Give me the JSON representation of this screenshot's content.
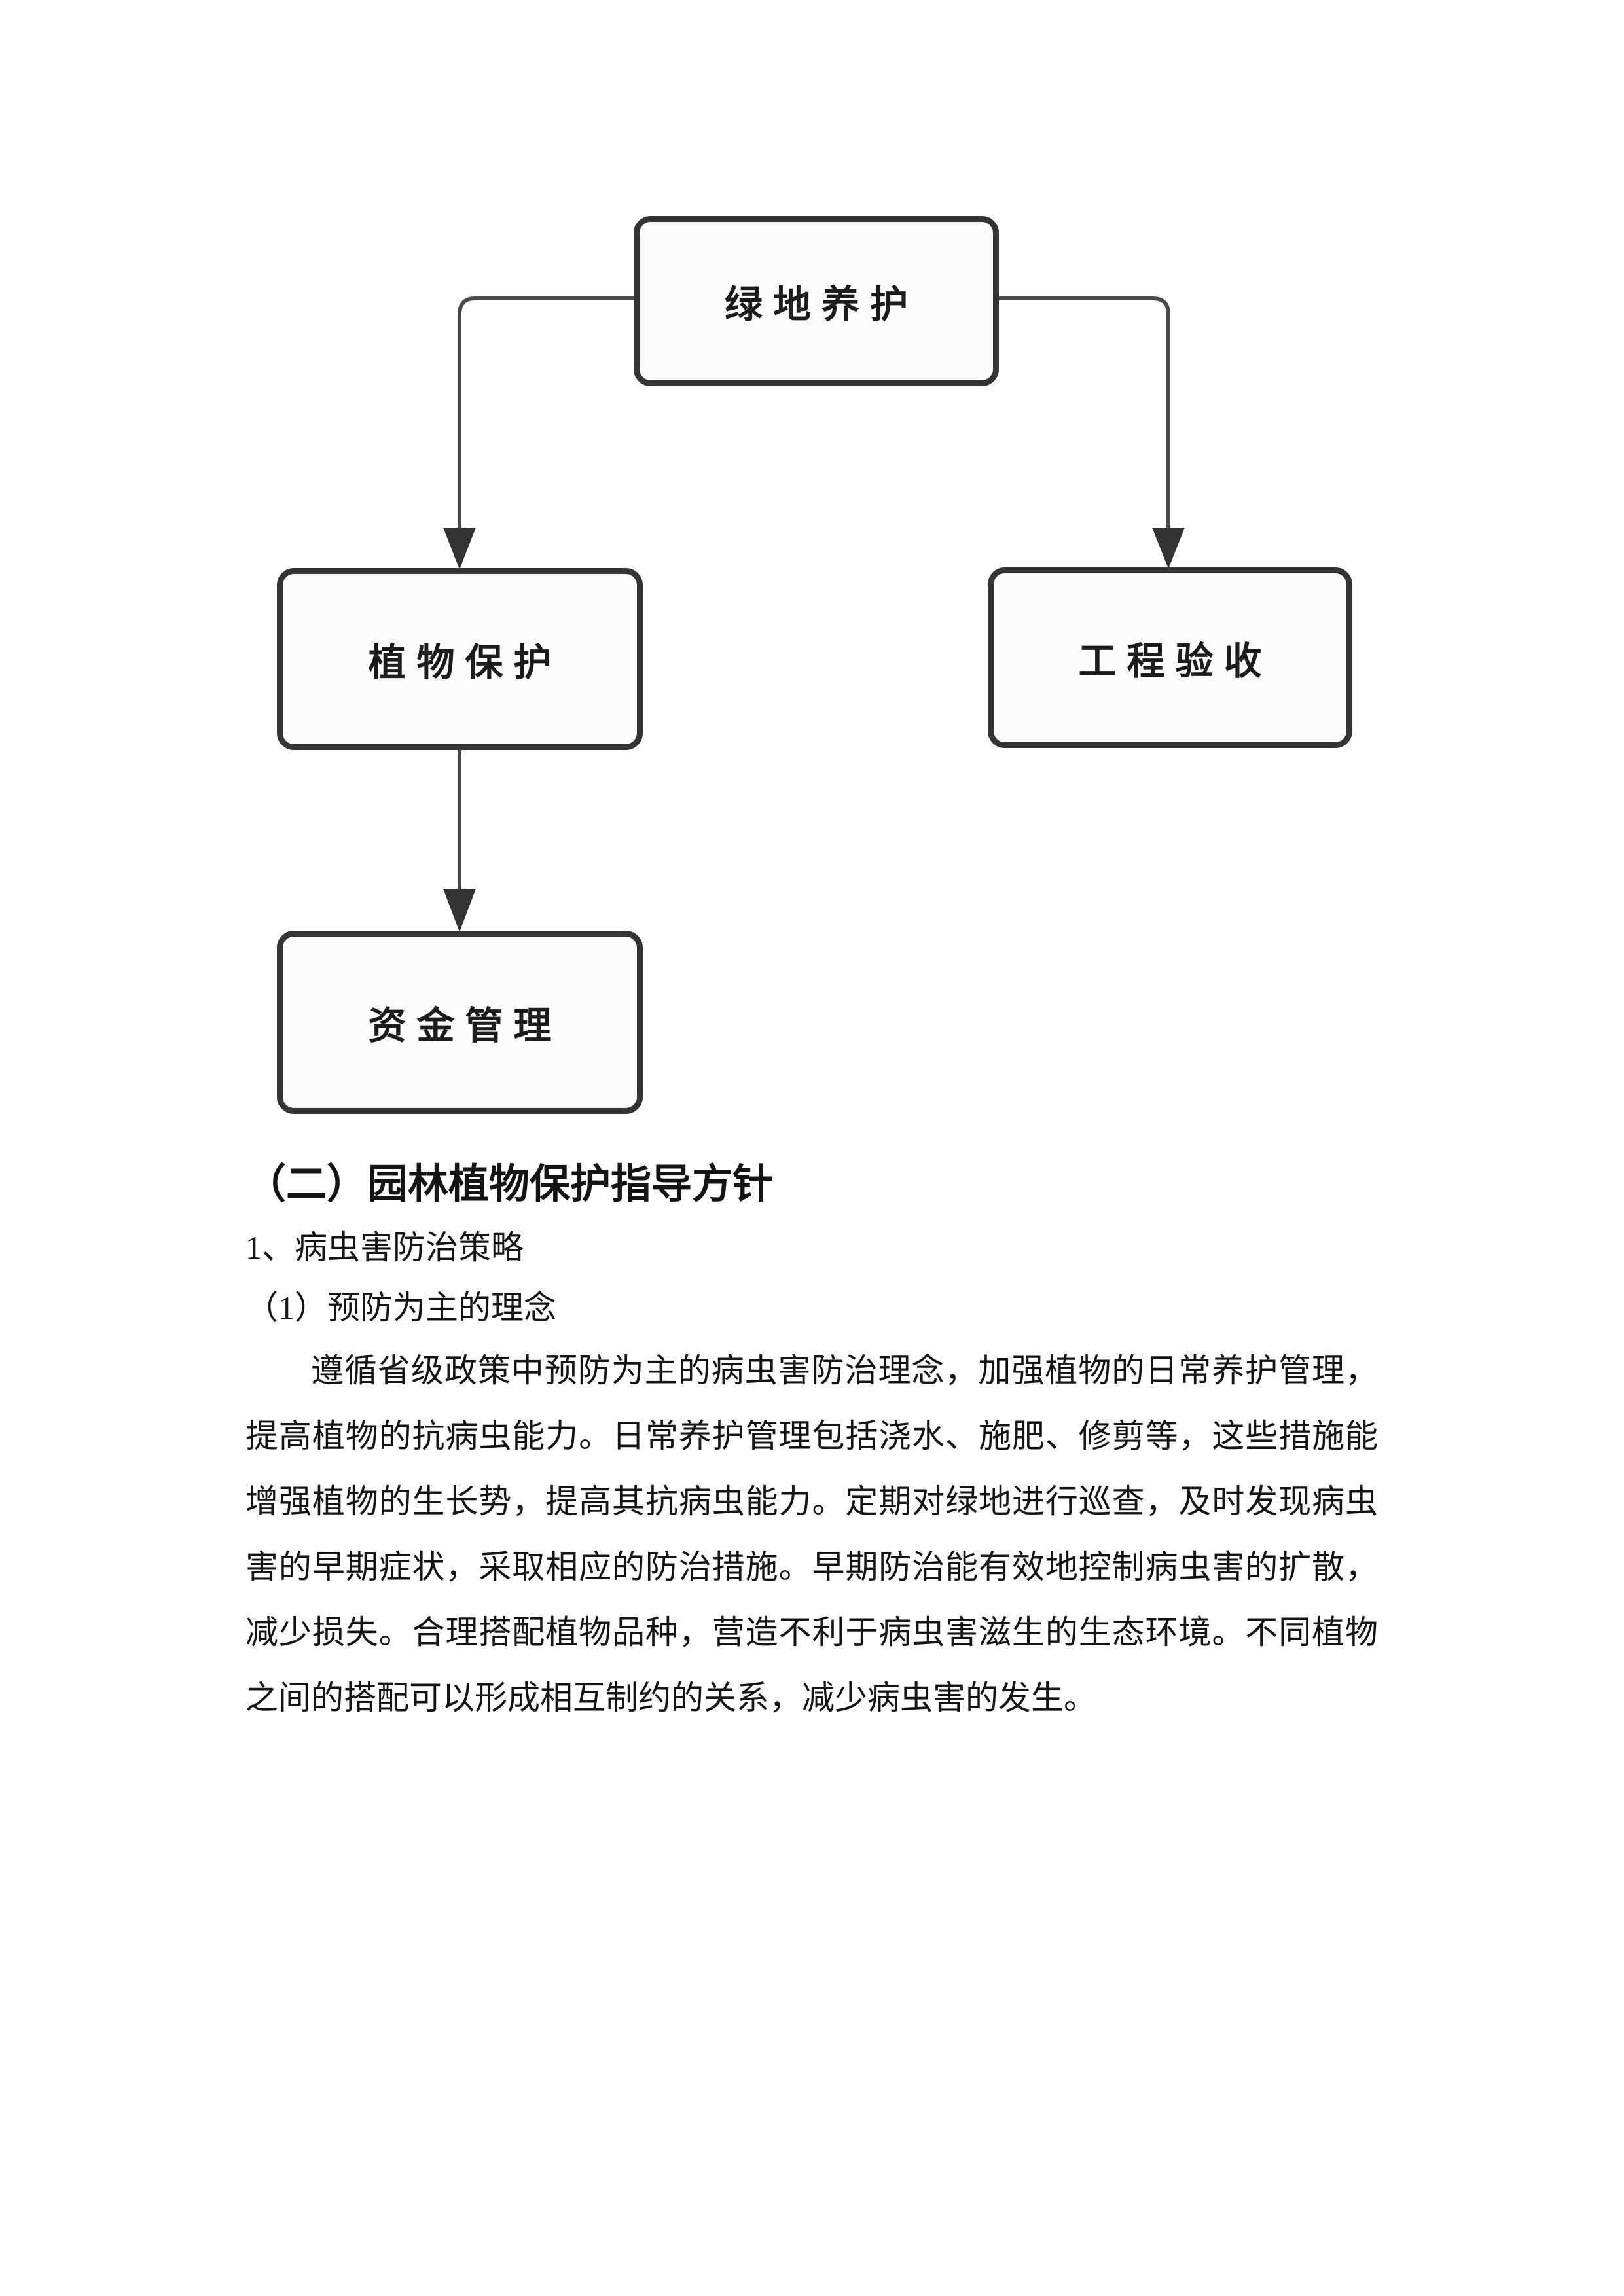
{
  "diagram": {
    "nodes": [
      {
        "id": "green-maintenance",
        "label": "绿地养护"
      },
      {
        "id": "plant-protection",
        "label": "植物保护"
      },
      {
        "id": "project-acceptance",
        "label": "工程验收"
      },
      {
        "id": "fund-management",
        "label": "资金管理"
      }
    ],
    "colors": {
      "node_border": "#343434",
      "node_fill": "#fbfbf9",
      "line": "#4a4a4a",
      "arrow": "#333333"
    }
  },
  "content": {
    "heading1": "（二）园林植物保护指导方针",
    "heading2": "1、病虫害防治策略",
    "heading3": "（1）预防为主的理念",
    "paragraph_lines": [
      "遵循省级政策中预防为主的病虫害防治理念，加强植物的日常养护管理，",
      "提高植物的抗病虫能力。日常养护管理包括浇水、施肥、修剪等，这些措施能",
      "增强植物的生长势，提高其抗病虫能力。定期对绿地进行巡查，及时发现病虫",
      "害的早期症状，采取相应的防治措施。早期防治能有效地控制病虫害的扩散，",
      "减少损失。合理搭配植物品种，营造不利于病虫害滋生的生态环境。不同植物",
      "之间的搭配可以形成相互制约的关系，减少病虫害的发生。"
    ]
  }
}
